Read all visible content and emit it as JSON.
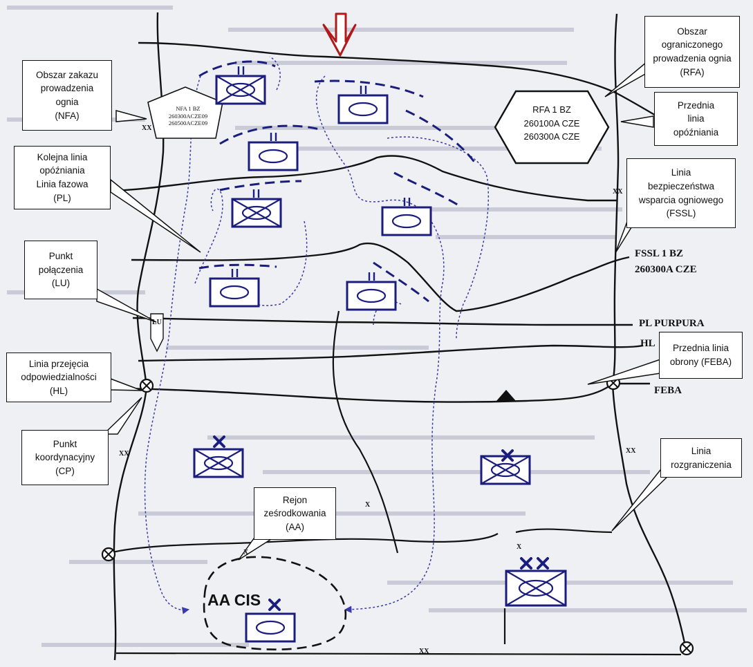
{
  "callouts": {
    "nfa": {
      "lines": [
        "Obszar zakazu",
        "prowadzenia",
        "ognia",
        "(NFA)"
      ]
    },
    "kolejna": {
      "lines": [
        "Kolejna linia",
        "opóźniania",
        "Linia fazowa",
        "(PL)"
      ]
    },
    "lu": {
      "lines": [
        "Punkt",
        "połączenia",
        "(LU)"
      ]
    },
    "hl": {
      "lines": [
        "Linia przejęcia",
        "odpowiedzialności",
        "(HL)"
      ]
    },
    "cp": {
      "lines": [
        "Punkt",
        "koordynacyjny",
        "(CP)"
      ]
    },
    "aa": {
      "lines": [
        "Rejon",
        "ześrodkowania",
        "(AA)"
      ]
    },
    "rfa": {
      "lines": [
        "Obszar",
        "ograniczonego",
        "prowadzenia ognia",
        "(RFA)"
      ]
    },
    "przednia_op": {
      "lines": [
        "Przednia",
        "linia",
        "opóźniania"
      ]
    },
    "fssl": {
      "lines": [
        "Linia",
        "bezpieczeństwa",
        "wsparcia ogniowego",
        "(FSSL)"
      ]
    },
    "feba": {
      "lines": [
        "Przednia linia",
        "obrony (FEBA)"
      ]
    },
    "rozgr": {
      "lines": [
        "Linia",
        "rozgraniczenia"
      ]
    }
  },
  "labels": {
    "fssl_line1": "FSSL 1 BZ",
    "fssl_line2": "260300A CZE",
    "pl_purpura": "PL PURPURA",
    "hl": "HL",
    "feba": "FEBA",
    "aa_cis": "AA CIS",
    "lu_box": "LU"
  },
  "boundary_marks": {
    "xx": "XX",
    "x": "X"
  },
  "hexagon": {
    "lines": [
      "RFA 1 BZ",
      "260100A CZE",
      "260300A CZE"
    ]
  },
  "pentagon": {
    "lines": [
      "NFA 1 BZ",
      "260300ACZE09",
      "260500ACZE09"
    ]
  },
  "colors": {
    "unit": "#1b1d7c",
    "arrow": "#b01a1a",
    "line": "#111111",
    "route": "#3a3aa8"
  }
}
